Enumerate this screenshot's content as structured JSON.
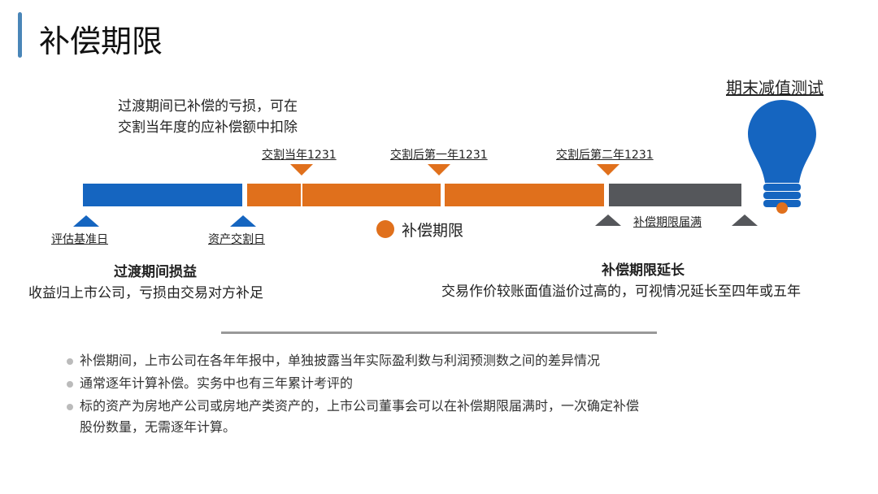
{
  "title": "补偿期限",
  "note": [
    "过渡期间已补偿的亏损，可在",
    "交割当年度的应补偿额中扣除"
  ],
  "top_markers": [
    "交割当年1231",
    "交割后第一年1231",
    "交割后第二年1231"
  ],
  "bottom_markers": [
    "评估基准日",
    "资产交割日"
  ],
  "legend": "补偿期限",
  "expiry_label": "补偿期限届满",
  "bulb_label": "期末减值测试",
  "left_block": {
    "heading": "过渡期间损益",
    "text": "收益归上市公司，亏损由交易对方补足"
  },
  "right_block": {
    "heading": "补偿期限延长",
    "text": "交易作价较账面值溢价过高的，可视情况延长至四年或五年"
  },
  "bullets": [
    "补偿期间，上市公司在各年年报中，单独披露当年实际盈利数与利润预测数之间的差异情况",
    "通常逐年计算补偿。实务中也有三年累计考评的",
    "标的资产为房地产公司或房地产类资产的，上市公司董事会可以在补偿期限届满时，一次确定补偿",
    "股份数量，无需逐年计算。"
  ],
  "colors": {
    "blue": "#1565c0",
    "orange": "#e0701c",
    "gray": "#55575b"
  }
}
